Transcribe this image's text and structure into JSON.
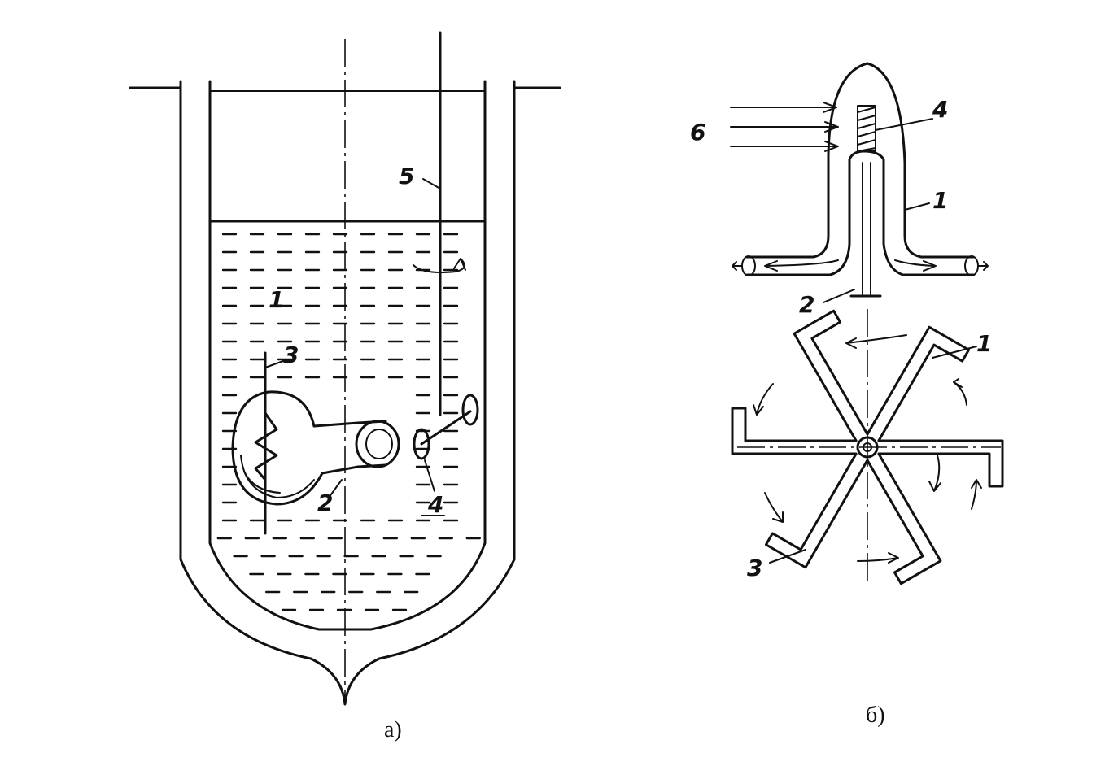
{
  "diagram_a": {
    "caption": "а)",
    "labels": {
      "liquid": "1",
      "nozzle": "2",
      "heater": "3",
      "paddles": "4",
      "shaft": "5"
    }
  },
  "diagram_b": {
    "caption": "б)",
    "labels": {
      "body": "1",
      "pin": "2",
      "rotor_arm": "3",
      "coil": "4",
      "incoming_flow": "6",
      "rotor_body": "1"
    }
  }
}
